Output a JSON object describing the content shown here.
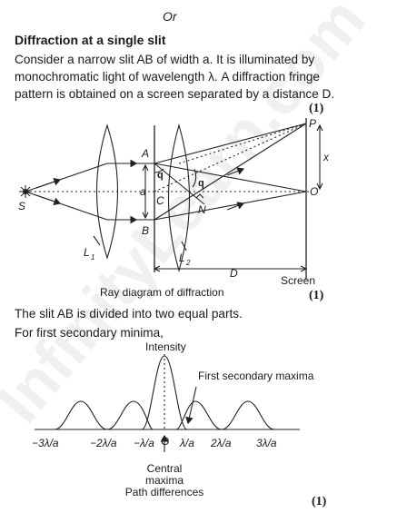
{
  "or_label": "Or",
  "heading": "Diffraction at a single slit",
  "para1": {
    "line1": "Consider a narrow slit AB of width a. It is illuminated by",
    "line2": "monochromatic light of wavelength λ. A diffraction fringe",
    "line3": "pattern is obtained on a screen separated by a distance D."
  },
  "mark1": "(1)",
  "ray_diagram": {
    "labels": {
      "P": "P",
      "A": "A",
      "C": "C",
      "B": "B",
      "O": "O",
      "N": "N",
      "S": "S",
      "a": "a",
      "x": "x",
      "q1": "q",
      "q2": "q",
      "L1": "L",
      "L1_sub": "1",
      "L2": "L",
      "L2_sub": "2",
      "D": "D"
    },
    "screen_label": "Screen",
    "caption": "Ray diagram of diffraction"
  },
  "mark2": "(1)",
  "line_divided": "The slit AB is divided into two equal parts.",
  "line_first_min": "For first secondary minima,",
  "intensity_plot": {
    "intensity_label": "Intensity",
    "first_secondary_maxima": "First secondary maxima",
    "ticks": [
      "−3λ/a",
      "−2λ/a",
      "−λ/a",
      "O",
      "λ/a",
      "2λ/a",
      "3λ/a"
    ],
    "central_label_1": "Central",
    "central_label_2": "maxima",
    "path_differences": "Path differences"
  },
  "mark3": "(1)",
  "watermark": "InfinityLearn.com"
}
